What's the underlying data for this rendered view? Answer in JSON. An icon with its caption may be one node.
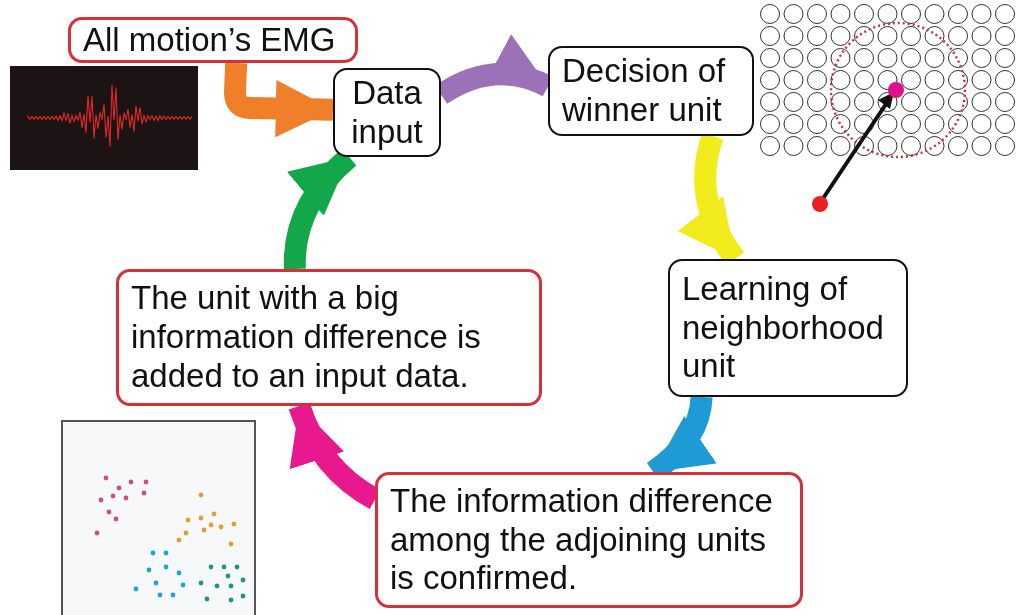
{
  "diagram": {
    "nodes": [
      {
        "text": [
          "All motion’s EMG"
        ]
      },
      {
        "text": [
          "Data input"
        ]
      },
      {
        "text": [
          "Decision of winner unit"
        ]
      },
      {
        "text": [
          "Learning of neighborhood unit"
        ]
      },
      {
        "text": [
          "The information difference among the adjoining units is confirmed."
        ]
      },
      {
        "text": [
          "The unit with a big information difference is added to an input data."
        ]
      }
    ],
    "edges": [
      {
        "from": 0,
        "to": 1,
        "arrow": "to",
        "color": "#f07f2a"
      },
      {
        "from": 1,
        "to": 2,
        "arrow": "to",
        "color": "#9b72b8"
      },
      {
        "from": 2,
        "to": 3,
        "arrow": "to",
        "color": "#f2ec1c"
      },
      {
        "from": 3,
        "to": 4,
        "arrow": "to",
        "color": "#1e9ad6"
      },
      {
        "from": 4,
        "to": 5,
        "arrow": "to",
        "color": "#e8188f"
      },
      {
        "from": 5,
        "to": 1,
        "arrow": "to",
        "color": "#12a84a"
      }
    ]
  }
}
